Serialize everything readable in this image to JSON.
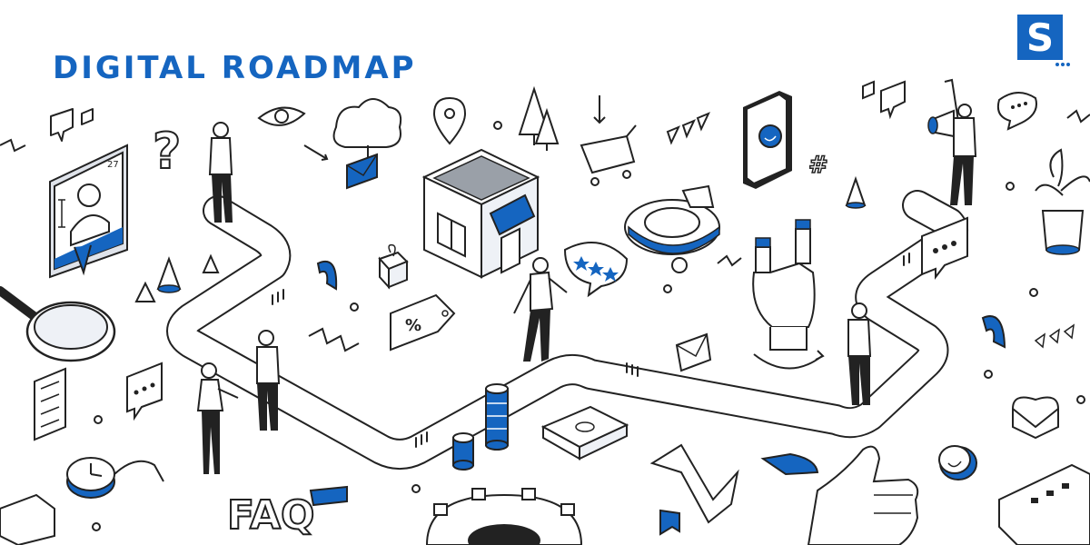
{
  "title": "DIGITAL ROADMAP",
  "logo": {
    "letter": "S",
    "icon": "brand-s-logo"
  },
  "colors": {
    "accent": "#1565c0",
    "ink": "#222222",
    "shade": "#dfe3ea",
    "paper": "#ffffff"
  },
  "illustration": {
    "sign_price_label": "%",
    "faq_label": "FAQ",
    "hashtag": "#",
    "profile_card_number": "27",
    "rating_stars": 3
  }
}
